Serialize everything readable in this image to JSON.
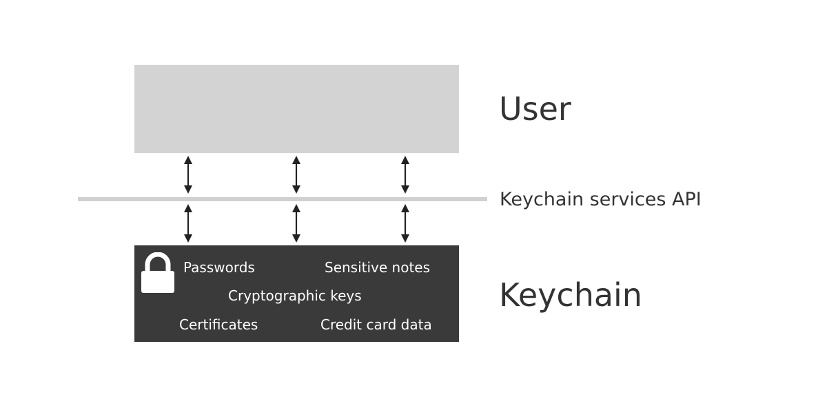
{
  "labels": {
    "user": "User",
    "api": "Keychain services API",
    "keychain": "Keychain"
  },
  "keychain_items": {
    "passwords": "Passwords",
    "sensitive_notes": "Sensitive notes",
    "cryptographic_keys": "Cryptographic keys",
    "certificates": "Certificates",
    "credit_card_data": "Credit card data"
  },
  "icons": {
    "lock": "lock-icon",
    "arrow": "double-headed-arrow-icon"
  },
  "colors": {
    "user_box": "#d3d3d3",
    "api_line": "#d0d0d0",
    "keychain_box": "#3a3a3a",
    "text_dark": "#333333",
    "text_light": "#ffffff"
  }
}
